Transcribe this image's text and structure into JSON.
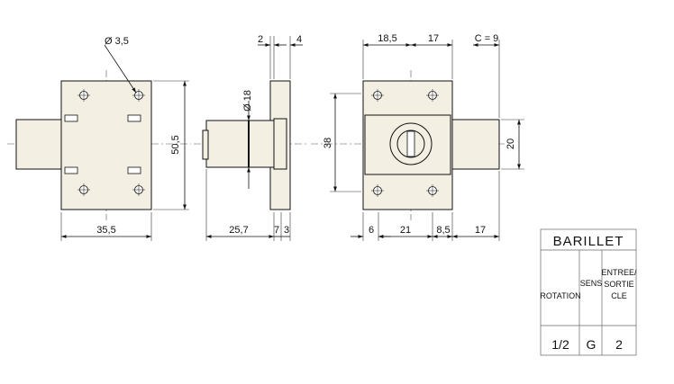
{
  "front_view": {
    "hole_diameter": "Ø 3,5",
    "height": "50,5",
    "width": "35,5"
  },
  "side_view": {
    "top_dim_a": "2",
    "top_dim_b": "4",
    "cylinder_diameter": "Ø 18",
    "length_a": "25,7",
    "length_b": "7",
    "length_c": "3"
  },
  "back_view": {
    "top_dim_a": "18,5",
    "top_dim_b": "17",
    "top_dim_c": "C = 9",
    "height": "38",
    "bolt_height": "20",
    "bottom_dims": [
      "6",
      "21",
      "8,5",
      "17"
    ]
  },
  "table": {
    "title": "BARILLET",
    "headers": [
      "ROTATION",
      "SENS",
      "ENTREE/",
      "SORTIE",
      "CLE"
    ],
    "values": [
      "1/2",
      "G",
      "2"
    ]
  }
}
